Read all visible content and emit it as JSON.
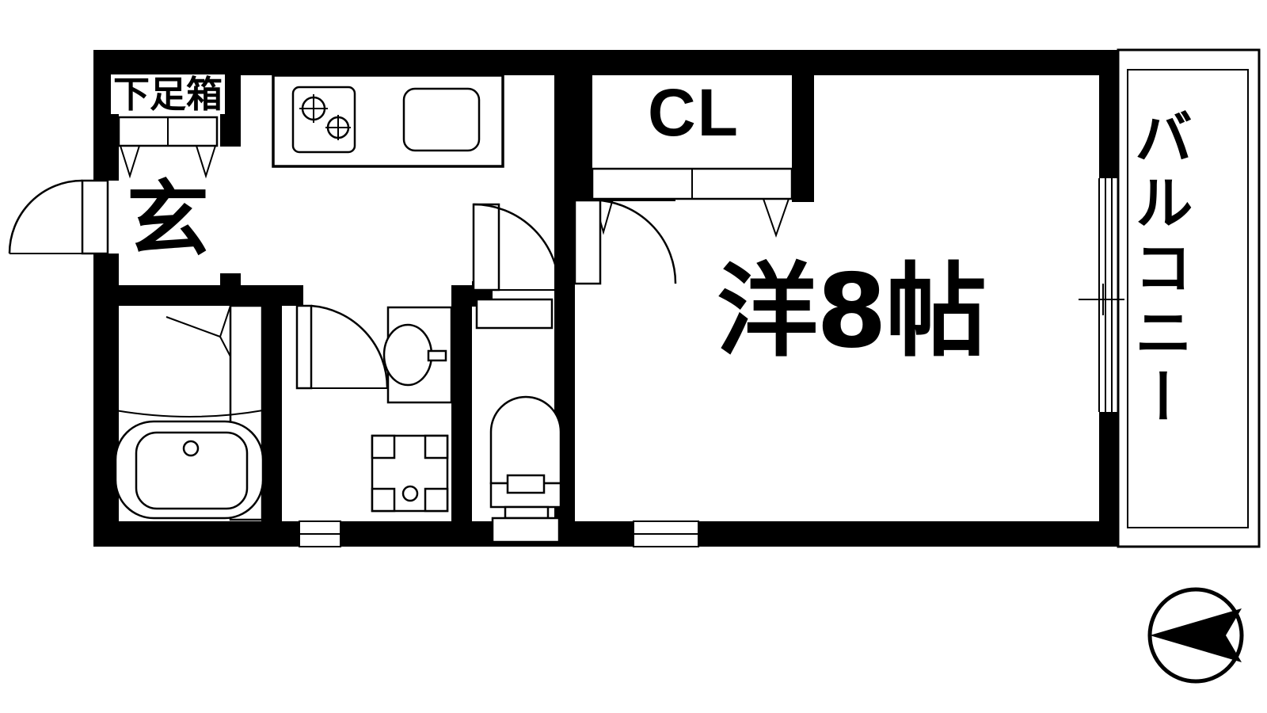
{
  "document": {
    "type": "floor-plan",
    "title": "1K apartment floor plan",
    "orientation_marker": "compass-rose-west"
  },
  "labels": {
    "shoe_box": "下足箱",
    "entrance": "玄",
    "closet": "CL",
    "main_room": "洋8帖",
    "balcony": "バルコニー"
  },
  "rooms": [
    {
      "id": "genkan",
      "label": "玄",
      "name_en": "entrance"
    },
    {
      "id": "kitchen",
      "label": "",
      "name_en": "kitchen"
    },
    {
      "id": "bath",
      "label": "",
      "name_en": "bathroom"
    },
    {
      "id": "washroom",
      "label": "",
      "name_en": "washroom-vanity"
    },
    {
      "id": "toilet",
      "label": "",
      "name_en": "toilet"
    },
    {
      "id": "closet",
      "label": "CL",
      "name_en": "closet"
    },
    {
      "id": "living",
      "label": "洋8帖",
      "name_en": "western-room-8-tatami"
    },
    {
      "id": "balcony",
      "label": "バルコニー",
      "name_en": "balcony"
    }
  ],
  "fixtures": [
    {
      "id": "gas-stove",
      "burners": 2
    },
    {
      "id": "kitchen-sink"
    },
    {
      "id": "bathtub"
    },
    {
      "id": "wash-basin"
    },
    {
      "id": "washing-machine-pan"
    },
    {
      "id": "toilet-bowl"
    },
    {
      "id": "shoe-cabinet",
      "doors": 2
    },
    {
      "id": "closet-shelf",
      "doors": 2
    }
  ],
  "openings": [
    {
      "id": "entrance-door",
      "type": "hinged-door-outswing"
    },
    {
      "id": "hall-door",
      "type": "hinged-door"
    },
    {
      "id": "room-door",
      "type": "hinged-door"
    },
    {
      "id": "bath-door",
      "type": "folding-door"
    },
    {
      "id": "washroom-door",
      "type": "hinged-door"
    },
    {
      "id": "balcony-sliding-door",
      "type": "sliding-glass-door"
    },
    {
      "id": "window-south-a",
      "type": "window"
    },
    {
      "id": "window-south-b",
      "type": "window"
    }
  ],
  "colors": {
    "wall": "#000000",
    "background": "#ffffff",
    "line": "#000000"
  }
}
